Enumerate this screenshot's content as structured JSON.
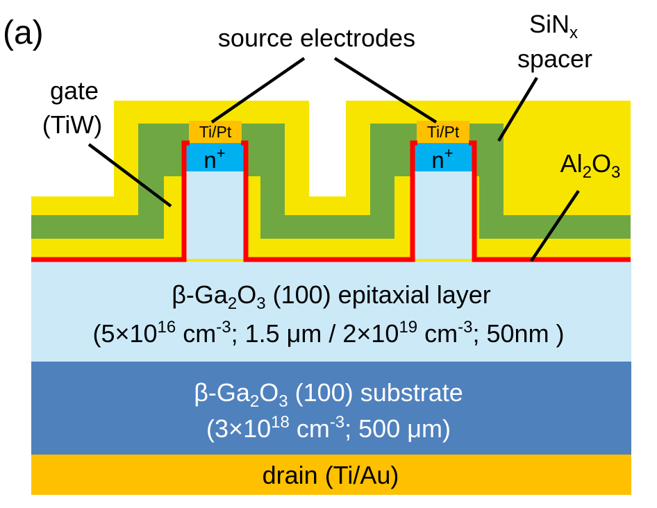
{
  "panel_label": "(a)",
  "callouts": {
    "source": "source electrodes",
    "gate_line1": "gate",
    "gate_line2": "(TiW)",
    "spacer_main": "SiN",
    "spacer_sub": "x",
    "spacer_line2": "spacer",
    "oxide_al": "Al",
    "oxide_2": "2",
    "oxide_o": "O",
    "oxide_3": "3"
  },
  "contacts": {
    "left_metal": "Ti/Pt",
    "right_metal": "Ti/Pt",
    "n_plus": "n",
    "n_plus_sup": "+"
  },
  "epi": {
    "line1": {
      "a": "β-Ga",
      "b": "2",
      "c": "O",
      "d": "3",
      "e": " (100) epitaxial layer"
    },
    "line2": {
      "a": "(5×10",
      "b": "16",
      "c": " cm",
      "d": "-3",
      "e": "; 1.5 μm / 2×10",
      "f": "19",
      "g": " cm",
      "h": "-3",
      "i": "; 50nm )"
    }
  },
  "substrate": {
    "line1": {
      "a": "β-Ga",
      "b": "2",
      "c": "O",
      "d": "3",
      "e": " (100) substrate"
    },
    "line2": {
      "a": "(3×10",
      "b": "18",
      "c": " cm",
      "d": "-3",
      "e": "; 500 μm)"
    }
  },
  "drain": "drain (Ti/Au)",
  "colors": {
    "gate_yellow": "#F7E500",
    "spacer_green": "#6FA843",
    "epi_lightblue": "#CCE9F8",
    "substrate_blue": "#4F81BD",
    "drain_orange": "#FFC000",
    "oxide_red": "#FF0000",
    "nplus_cyan": "#00B0F0",
    "tipt_orange": "#FFC000"
  }
}
